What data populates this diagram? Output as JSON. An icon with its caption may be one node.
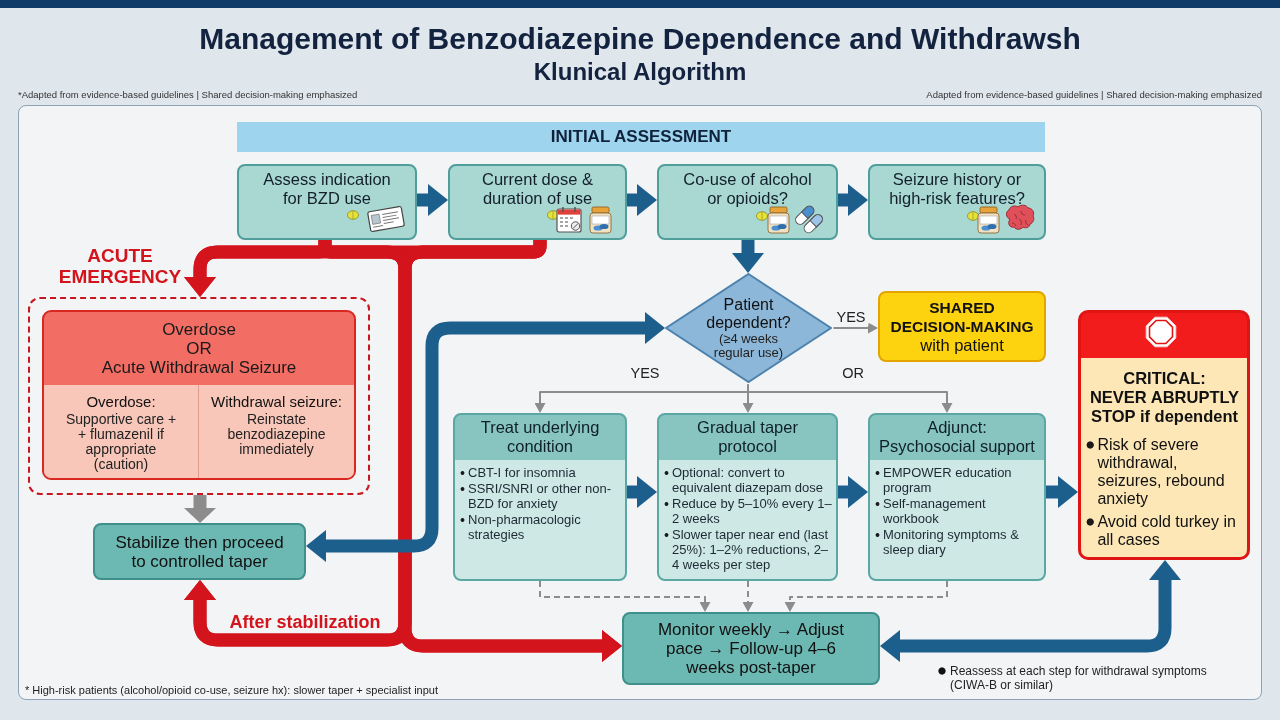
{
  "diagram": {
    "title": "Management of Benzodiazepine Dependence and Withdrawsh",
    "nodes": [
      {
        "text": [
          "INITIAL ASSESSMENT"
        ]
      },
      {
        "text": [
          "Assess indication for BZD use"
        ]
      },
      {
        "text": [
          "Current dose & duration of use"
        ]
      },
      {
        "text": [
          "Co-use of alcohol or opioids?"
        ]
      },
      {
        "text": [
          "Seizure history or high-risk features?"
        ]
      },
      {
        "text": [
          "ACUTE EMERGENCY"
        ]
      },
      {
        "text": [
          "Overdose",
          "OR",
          "Acute Withdrawal Seizure"
        ],
        "in": 5
      },
      {
        "text": [
          "Overdose:",
          "Supportive care + + flumazenil if appropriate (caution)"
        ],
        "in": 6
      },
      {
        "text": [
          "Withdrawal seizure:",
          "Reinstate benzodiazepine immediately"
        ],
        "in": 6
      },
      {
        "text": [
          "Stabilize then proceed to controlled taper"
        ]
      },
      {
        "text": [
          "Patient dependent?",
          "(≥4 weeks regular use)"
        ]
      },
      {
        "text": [
          "SHARED DECISION-MAKING",
          "with patient"
        ]
      },
      {
        "text": [
          "Treat underlying condition",
          "CBT-I for insomnia",
          "SSRI/SNRI or other non-BZD for anxiety",
          "Non-pharmacologic strategies"
        ]
      },
      {
        "text": [
          "Gradual taper protocol",
          "Optional: convert to equivalent diazepam dose",
          "Reduce by 5–10% every 1–2 weeks",
          "Slower taper near end (last 25%): 1–2% reductions, 2–4 weeks per step"
        ]
      },
      {
        "text": [
          "Adjunct: Psychosocial support",
          "EMPOWER education program",
          "Self-management workbook",
          "Monitoring symptoms & sleep diary"
        ]
      },
      {
        "text": [
          "CRITICAL:",
          "NEVER ABRUPTLY STOP if dependent",
          "Risk of severe withdrawal, seizures, rebound anxiety",
          "Avoid cold turkey in all cases"
        ]
      },
      {
        "text": [
          "Monitor weekly → Adjust pace → Follow-up 4–6 weeks post-taper"
        ]
      }
    ],
    "edges": [
      {
        "from": 1,
        "to": 2,
        "arrow": "to"
      },
      {
        "from": 2,
        "to": 3,
        "arrow": "to"
      },
      {
        "from": 3,
        "to": 4,
        "arrow": "to"
      },
      {
        "from": 3,
        "to": 10,
        "arrow": "to"
      },
      {
        "from": 1,
        "to": 5,
        "arrow": "to",
        "color": "#d3141c"
      },
      {
        "from": 2,
        "to": 5,
        "arrow": "to",
        "color": "#d3141c"
      },
      {
        "from": 1,
        "to": 9,
        "arrow": "to",
        "label": "After stabilization",
        "color": "#d3141c"
      },
      {
        "from": 2,
        "to": 9,
        "arrow": "to",
        "color": "#d3141c"
      },
      {
        "from": 1,
        "to": 16,
        "arrow": "to",
        "color": "#d3141c"
      },
      {
        "from": 2,
        "to": 16,
        "arrow": "to",
        "color": "#d3141c"
      },
      {
        "from": 5,
        "to": 9,
        "arrow": "to",
        "color": "#8c8c8c"
      },
      {
        "from": 9,
        "to": 10,
        "arrow": "both"
      },
      {
        "from": 10,
        "to": 11,
        "arrow": "to",
        "label": "YES",
        "color": "#8c8c8c"
      },
      {
        "from": 10,
        "to": 12,
        "arrow": "to",
        "label": "YES",
        "color": "#8c8c8c"
      },
      {
        "from": 10,
        "to": 13,
        "arrow": "to",
        "color": "#8c8c8c"
      },
      {
        "from": 10,
        "to": 14,
        "arrow": "to",
        "label": "OR",
        "color": "#8c8c8c"
      },
      {
        "from": 12,
        "to": 13,
        "arrow": "to"
      },
      {
        "from": 13,
        "to": 14,
        "arrow": "to"
      },
      {
        "from": 14,
        "to": 15,
        "arrow": "to"
      },
      {
        "from": 12,
        "to": 16,
        "arrow": "to",
        "style": "dashed",
        "color": "#8c8c8c"
      },
      {
        "from": 13,
        "to": 16,
        "arrow": "to",
        "style": "dashed",
        "color": "#8c8c8c"
      },
      {
        "from": 14,
        "to": 16,
        "arrow": "to",
        "style": "dashed",
        "color": "#8c8c8c"
      },
      {
        "from": 16,
        "to": 15,
        "arrow": "both"
      }
    ],
    "labels": [
      "Klunical Algorithm",
      "*Adapted from evidence-based guidelines | Shared decision-making emphasized",
      "Adapted from evidence-based guidelines | Shared decision-making emphasized",
      "Reassess at each step for withdrawal symptoms (CIWA-B or similar)",
      "* High-risk patients (alcohol/opioid co-use, seizure hx): slower taper + specialist input"
    ]
  }
}
